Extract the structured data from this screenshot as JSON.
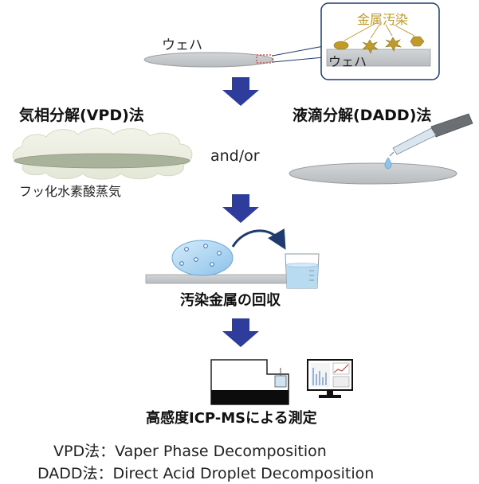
{
  "wafer_label": "ウェハ",
  "inset": {
    "contaminant_label": "金属汚染",
    "wafer_label": "ウェハ"
  },
  "methods": {
    "vpd_title": "気相分解(VPD)法",
    "dadd_title": "液滴分解(DADD)法",
    "connector": "and/or",
    "vpd_gas_label": "フッ化水素酸蒸気"
  },
  "recovery_label": "汚染金属の回収",
  "measurement_label": "高感度ICP-MSによる測定",
  "legend": {
    "vpd_line": "VPD法：Vaper Phase Decomposition",
    "dadd_line": "DADD法：Direct Acid Droplet Decomposition"
  },
  "colors": {
    "arrow": "#2e3d9c",
    "contaminant": "#c09a2a",
    "wafer": "#c4c7c9",
    "droplet": "#8fc3e8"
  }
}
